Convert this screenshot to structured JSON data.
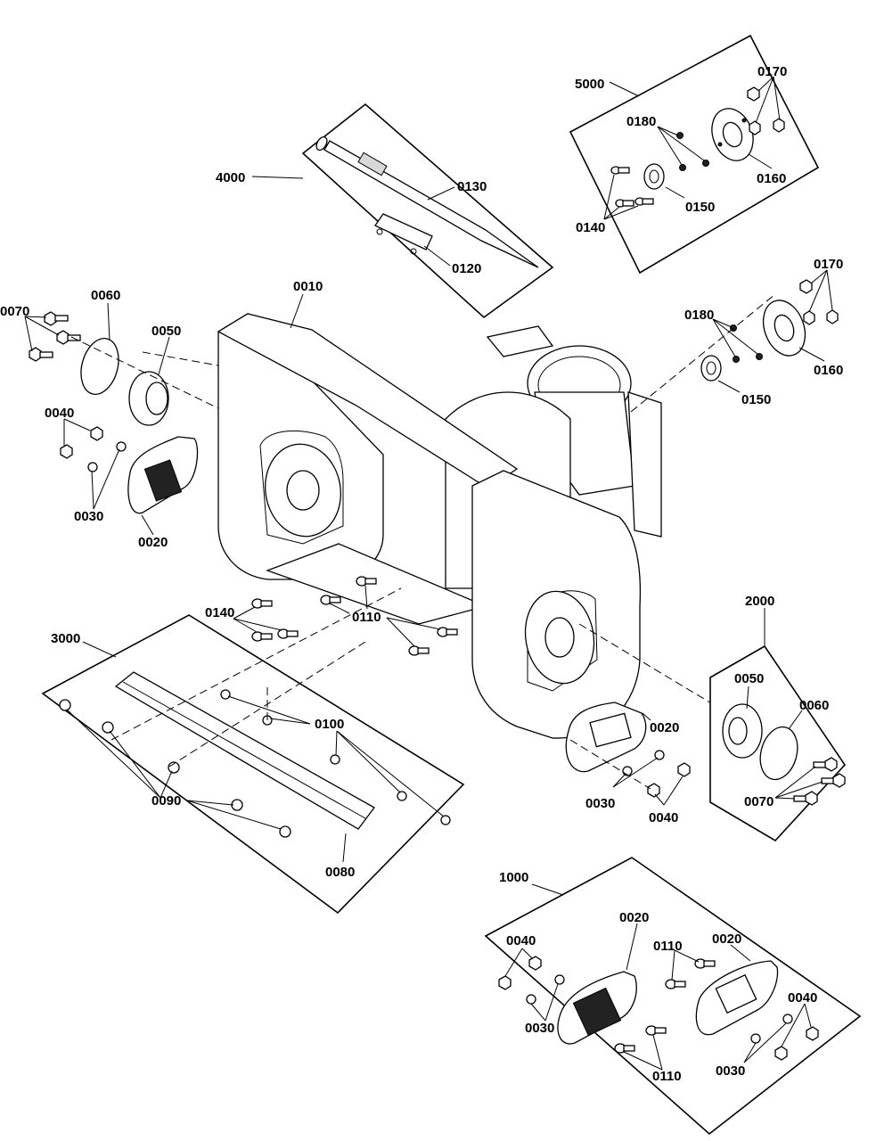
{
  "labels": {
    "l5000": "5000",
    "l5_0170": "0170",
    "l5_0180": "0180",
    "l5_0160": "0160",
    "l5_0150": "0150",
    "l5_0140": "0140",
    "l4000": "4000",
    "l4_0130": "0130",
    "l4_0120": "0120",
    "l0010": "0010",
    "l0060": "0060",
    "l0070": "0070",
    "l0050": "0050",
    "l0040": "0040",
    "l0030": "0030",
    "l0020": "0020",
    "r0170": "0170",
    "r0180": "0180",
    "r0160": "0160",
    "r0150": "0150",
    "c0140": "0140",
    "c0110": "0110",
    "l3000": "3000",
    "l3_0100": "0100",
    "l3_0090": "0090",
    "l3_0080": "0080",
    "r0020": "0020",
    "r0030": "0030",
    "r0040": "0040",
    "l2000": "2000",
    "l2_0050": "0050",
    "l2_0060": "0060",
    "l2_0070": "0070",
    "l1000": "1000",
    "l1_0040a": "0040",
    "l1_0020a": "0020",
    "l1_0110a": "0110",
    "l1_0020b": "0020",
    "l1_0030a": "0030",
    "l1_0110b": "0110",
    "l1_0040b": "0040",
    "l1_0030b": "0030"
  }
}
